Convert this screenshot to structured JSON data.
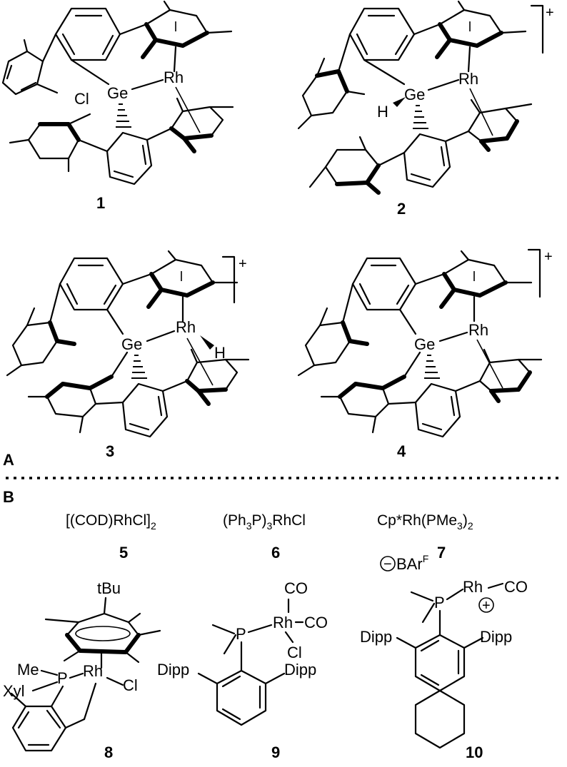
{
  "panels": {
    "a": "A",
    "b": "B"
  },
  "atoms": {
    "ge": "Ge",
    "rh": "Rh",
    "cl": "Cl",
    "h": "H",
    "p": "P",
    "me": "Me",
    "xyl": "Xyl",
    "co": "CO",
    "dipp": "Dipp",
    "tbu": "tBu"
  },
  "charges": {
    "plus": "+",
    "minus": "−"
  },
  "compounds": {
    "c1": {
      "number": "1"
    },
    "c2": {
      "number": "2"
    },
    "c3": {
      "number": "3"
    },
    "c4": {
      "number": "4"
    },
    "c5": {
      "number": "5",
      "formula_parts": [
        "[(COD)RhCl]",
        "2"
      ]
    },
    "c6": {
      "number": "6",
      "formula_parts": [
        "(Ph",
        "3",
        "P)",
        "3",
        "RhCl"
      ]
    },
    "c7": {
      "number": "7",
      "formula_parts": [
        "Cp*Rh(PMe",
        "3",
        ")",
        "2"
      ]
    },
    "c8": {
      "number": "8"
    },
    "c9": {
      "number": "9"
    },
    "c10": {
      "number": "10",
      "anion_base": "BAr",
      "anion_sup": "F"
    }
  },
  "colors": {
    "ink": "#000000",
    "background": "#ffffff"
  }
}
